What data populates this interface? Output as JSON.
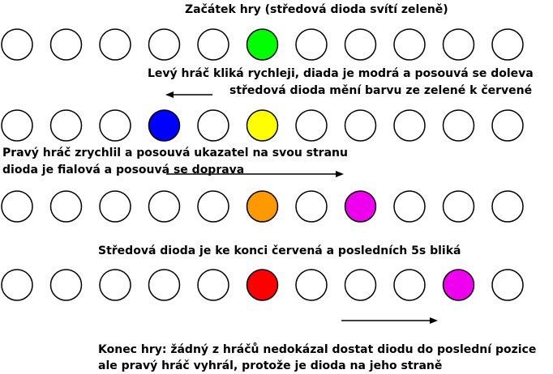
{
  "texts": {
    "start": "Začátek hry (středová dioda svítí zeleně)",
    "left_player_1": "Levý hráč kliká rychleji, diada je modrá a posouvá se doleva",
    "left_player_2": "středová dioda mění barvu ze zelené k červené",
    "right_player_1": "Pravý hráč zrychlil a posouvá ukazatel na svou stranu",
    "right_player_2": "dioda je fialová a posouvá se doprava",
    "center_red": "Středová dioda je ke konci červená a posledních 5s bliká",
    "end_1": "Konec hry: žádný z hráčů nedokázal dostat diodu do poslední pozice",
    "end_2": "ale pravý hráč vyhrál, protože je dioda na jeho straně"
  },
  "rows": [
    {
      "leds": [
        "white",
        "white",
        "white",
        "white",
        "white",
        "#00ff00",
        "white",
        "white",
        "white",
        "white",
        "white"
      ]
    },
    {
      "leds": [
        "white",
        "white",
        "white",
        "#0000ff",
        "white",
        "#ffff00",
        "white",
        "white",
        "white",
        "white",
        "white"
      ]
    },
    {
      "leds": [
        "white",
        "white",
        "white",
        "white",
        "white",
        "#ff9900",
        "white",
        "#ee00ee",
        "white",
        "white",
        "white"
      ]
    },
    {
      "leds": [
        "white",
        "white",
        "white",
        "white",
        "white",
        "#ff0000",
        "white",
        "white",
        "white",
        "#ee00ee",
        "white"
      ]
    }
  ],
  "arrows": [
    {
      "direction": "left"
    },
    {
      "direction": "right"
    },
    {
      "direction": "right"
    }
  ]
}
